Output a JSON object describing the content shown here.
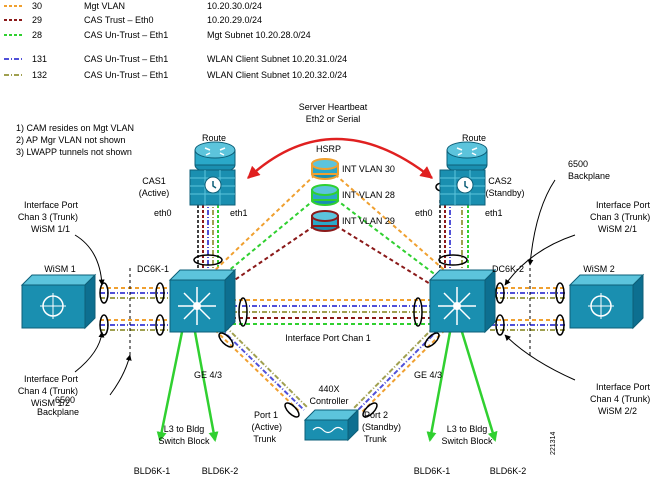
{
  "legend": [
    {
      "vlan": "30",
      "name": "Mgt VLAN",
      "subnet": "10.20.30.0/24",
      "color": "#f0a030"
    },
    {
      "vlan": "29",
      "name": "CAS Trust – Eth0",
      "subnet": "10.20.29.0/24",
      "color": "#8b1a1a"
    },
    {
      "vlan": "28",
      "name": "CAS Un-Trust – Eth1",
      "subnet": "Mgt Subnet 10.20.28.0/24",
      "color": "#30d030"
    },
    {
      "vlan": "131",
      "name": "CAS Un-Trust – Eth1",
      "subnet": "WLAN Client Subnet 10.20.31.0/24",
      "color": "#5050d8"
    },
    {
      "vlan": "132",
      "name": "CAS Un-Trust – Eth1",
      "subnet": "WLAN Client Subnet 10.20.32.0/24",
      "color": "#a0a050"
    }
  ],
  "notes": [
    "1) CAM resides on Mgt VLAN",
    "2) AP Mgr VLAN not shown",
    "3) LWAPP tunnels not shown"
  ],
  "heartbeat": {
    "line1": "Server Heartbeat",
    "line2": "Eth2 or Serial"
  },
  "hsrp": {
    "title": "HSRP",
    "items": [
      "INT VLAN 30",
      "INT VLAN 28",
      "INT VLAN 29"
    ],
    "colors": [
      "#f0a030",
      "#30d030",
      "#8b1a1a"
    ]
  },
  "route_left": "Route",
  "route_right": "Route",
  "cas1": {
    "name": "CAS1",
    "role": "(Active)"
  },
  "cas2": {
    "name": "CAS2",
    "role": "(Standby)"
  },
  "eth": {
    "eth0": "eth0",
    "eth1": "eth1"
  },
  "backplane_right": {
    "line1": "6500",
    "line2": "Backplane"
  },
  "backplane_left": {
    "line1": "6500",
    "line2": "Backplane"
  },
  "ip_left_top": [
    "Interface Port",
    "Chan 3 (Trunk)",
    "WiSM 1/1"
  ],
  "ip_left_bottom": [
    "Interface Port",
    "Chan 4 (Trunk)",
    "WiSM 1/2"
  ],
  "ip_right_top": [
    "Interface Port",
    "Chan 3 (Trunk)",
    "WiSM 2/1"
  ],
  "ip_right_bottom": [
    "Interface Port",
    "Chan 4 (Trunk)",
    "WiSM 2/2"
  ],
  "wism1": "WiSM 1",
  "wism2": "WiSM 2",
  "dc6k1": "DC6K-1",
  "dc6k2": "DC6K-2",
  "ipc1": "Interface Port Chan 1",
  "ge_left": "GE 4/3",
  "ge_right": "GE 4/3",
  "controller": {
    "line1": "440X",
    "line2": "Controller"
  },
  "port1": [
    "Port 1",
    "(Active)",
    "Trunk"
  ],
  "port2": [
    "Port 2",
    "(Standby)",
    "Trunk"
  ],
  "l3_left": [
    "L3 to Bldg",
    "Switch Block"
  ],
  "l3_right": [
    "L3 to Bldg",
    "Switch Block"
  ],
  "bld_left": [
    "BLD6K-1",
    "BLD6K-2"
  ],
  "bld_right": [
    "BLD6K-1",
    "BLD6K-2"
  ],
  "figure_id": "221314"
}
